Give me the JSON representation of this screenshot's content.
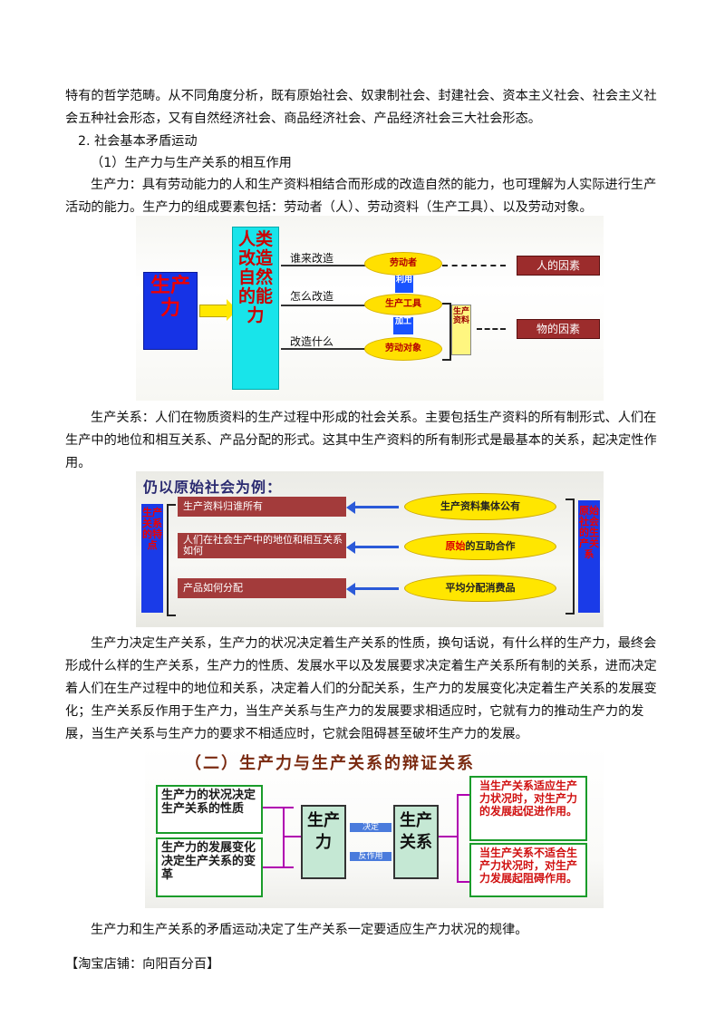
{
  "paragraphs": {
    "p1_line1": "特有的哲学范畴。从不同角度分析，既有原始社会、奴隶制社会、封建社会、资本主义社会、社会主义社",
    "p1_line2": "会五种社会形态，又有自然经济社会、商品经济社会、产品经济社会三大社会形态。",
    "h2": "2. 社会基本矛盾运动",
    "h3": "（1）生产力与生产关系的相互作用",
    "p2": "生产力：具有劳动能力的人和生产资料相结合而形成的改造自然的能力，也可理解为人实际进行生产活动的能力。生产力的组成要素包括：劳动者（人）、劳动资料（生产工具）、以及劳动对象。",
    "p3": "生产关系：人们在物质资料的生产过程中形成的社会关系。主要包括生产资料的所有制形式、人们在生产中的地位和相互关系、产品分配的形式。这其中生产资料的所有制形式是最基本的关系，起决定性作用。",
    "p4": "生产力决定生产关系，生产力的状况决定着生产关系的性质，换句话说，有什么样的生产力，最终会形成什么样的生产关系，生产力的性质、发展水平以及发展要求决定着生产关系所有制的关系，进而决定着人们在生产过程中的地位和关系，决定着人们的分配关系，生产力的发展变化决定着生产关系的发展变化；生产关系反作用于生产力，当生产关系与生产力的发展要求相适应时，它就有力的推动生产力的发展，当生产关系与生产力的要求不相适应时，它就会阻碍甚至破坏生产力的发展。",
    "p5": "生产力和生产关系的矛盾运动决定了生产关系一定要适应生产力状况的规律。",
    "footer": "【淘宝店铺：向阳百分百】"
  },
  "fig1": {
    "productivity": "生产力",
    "human_ability": "人类改造自然的能力",
    "q1": "谁来改造",
    "q2": "怎么改造",
    "q3": "改造什么",
    "laborer": "劳动者",
    "tool": "生产工具",
    "object": "劳动对象",
    "use": "利用",
    "process": "加工",
    "means": "生产资料",
    "human_factor": "人的因素",
    "material_factor": "物的因素"
  },
  "fig2": {
    "title": "仍以原始社会为例：",
    "left_label": "生产关系的特点",
    "right_label": "原始社会的生产关系",
    "r1": "生产资料归谁所有",
    "r2": "人们在社会生产中的地位和相互关系如何",
    "r3": "产品如何分配",
    "o1": "生产资料集体公有",
    "o2_a": "原始",
    "o2_b": "的互助合作",
    "o3": "平均分配消费品"
  },
  "fig3": {
    "title": "（二）生产力与生产关系的辩证关系",
    "lb1": "生产力的状况决定生产关系的性质",
    "lb2": "生产力的发展变化决定生产关系的变革",
    "c1": "生产力",
    "c2": "生产关系",
    "decide": "决定",
    "react": "反作用",
    "rb1": "当生产关系适应生产力状况时，对生产力的发展起促进作用。",
    "rb2": "当生产关系不适合生产力状况时，对生产力发展起阻碍作用。"
  },
  "colors": {
    "blue_box": "#1633e6",
    "cyan_box": "#18e4ea",
    "yellow_oval": "#ffe000",
    "red_box": "#9c2c2c",
    "green_border": "#1a9c2a"
  }
}
